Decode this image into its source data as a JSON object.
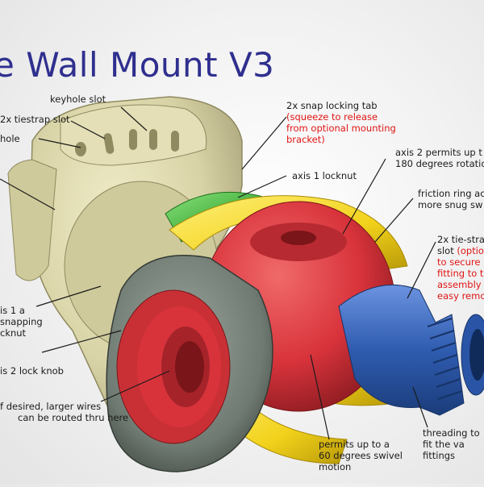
{
  "title": "e Wall Mount V3",
  "labels": {
    "keyhole_slot": "keyhole slot",
    "tiestrap_slot": "2x tiestrap slot",
    "hole": "hole",
    "snap_tab": "2x snap locking tab",
    "snap_tab_note": [
      "(squeeze to release",
      "from optional mounting",
      "bracket)"
    ],
    "axis2_rotation": [
      "axis 2 permits up t",
      "180 degrees rotatio"
    ],
    "axis1_locknut": "axis 1 locknut",
    "friction_ring": [
      "friction ring ac",
      "more snug sw"
    ],
    "tie_strap": [
      "2x tie-stra",
      "slot "
    ],
    "tie_strap_note_inline": "(optio",
    "tie_strap_note": [
      "to secure",
      "fitting to t",
      "assembly",
      "easy remo"
    ],
    "axis1_snapping": [
      "is 1 a",
      "snapping",
      "cknut"
    ],
    "axis2_knob": "is 2 lock knob",
    "wires": [
      "f desired, larger wires",
      "can be routed thru here"
    ],
    "swivel": [
      "permits up to a",
      "60 degrees swivel",
      "motion"
    ],
    "threading": [
      "threading to",
      "fit the va",
      "fittings"
    ]
  },
  "colors": {
    "title": "#2f2f8f",
    "note_red": "#e01515",
    "housing": "#d8d3a6",
    "locknut_green": "#3fae3a",
    "ring_yellow": "#f2d21b",
    "ball_red": "#d8333b",
    "knob_grey": "#6f7a72",
    "fitting_blue": "#2f5cb0"
  }
}
